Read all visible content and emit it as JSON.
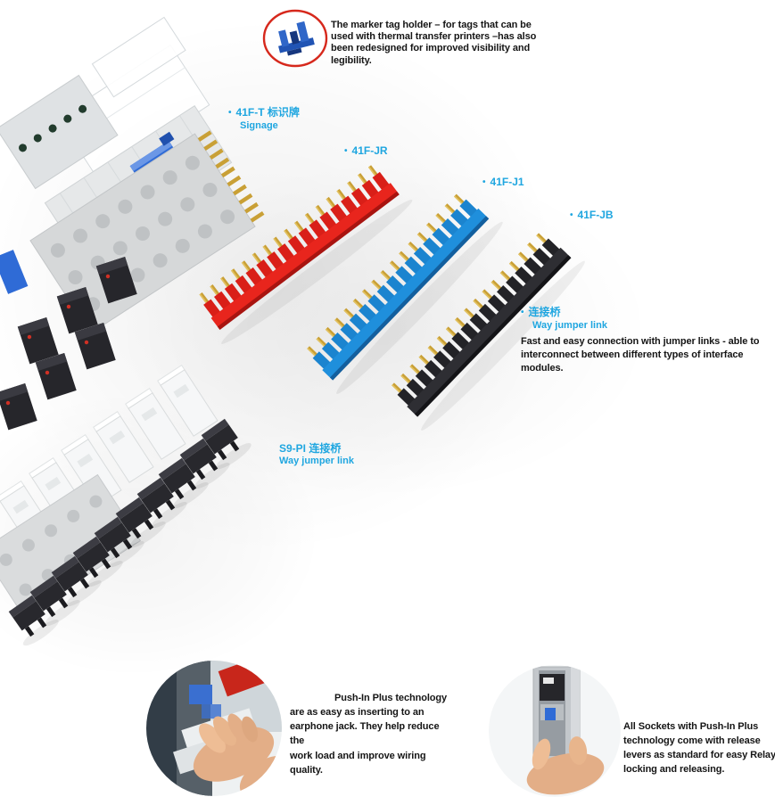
{
  "colors": {
    "accent_cyan": "#1fa6e0",
    "comb_red": "#e8251d",
    "comb_blue": "#1f8fdc",
    "comb_black": "#2e2e33",
    "pin_gold": "#c9a036",
    "icon_circle_red": "#d6281c",
    "icon_blue": "#2154b4",
    "clip_blue": "#2f6bd6"
  },
  "callouts": {
    "marker_tag_note": "The marker tag holder – for tags that can be\nused with  thermal transfer printers –has also\nbeen redesigned for improved visibility and\nlegibility.",
    "signage": {
      "bullet": "•",
      "code": "41F-T 标识牌",
      "label": "Signage"
    },
    "jr": {
      "bullet": "•",
      "code": "41F-JR"
    },
    "j1": {
      "bullet": "•",
      "code": "41F-J1"
    },
    "jb": {
      "bullet": "•",
      "code": "41F-JB"
    },
    "way_jumper": {
      "bullet": "•",
      "title": "连接桥",
      "subtitle": "Way jumper link",
      "description": "Fast and easy connection with jumper links - able to\ninterconnect between different types of interface\nmodules."
    },
    "s9pi": {
      "code": "S9-PI  连接桥",
      "label": "Way jumper link"
    },
    "pushin_left_note": "Push-In Plus technology\nare as easy as inserting to an\nearphone jack. They help reduce the\nwork load and improve wiring\nquality.",
    "pushin_right_note": "All Sockets with Push-In Plus\ntechnology come with release\nlevers as standard for easy Relay\nlocking and releasing."
  }
}
